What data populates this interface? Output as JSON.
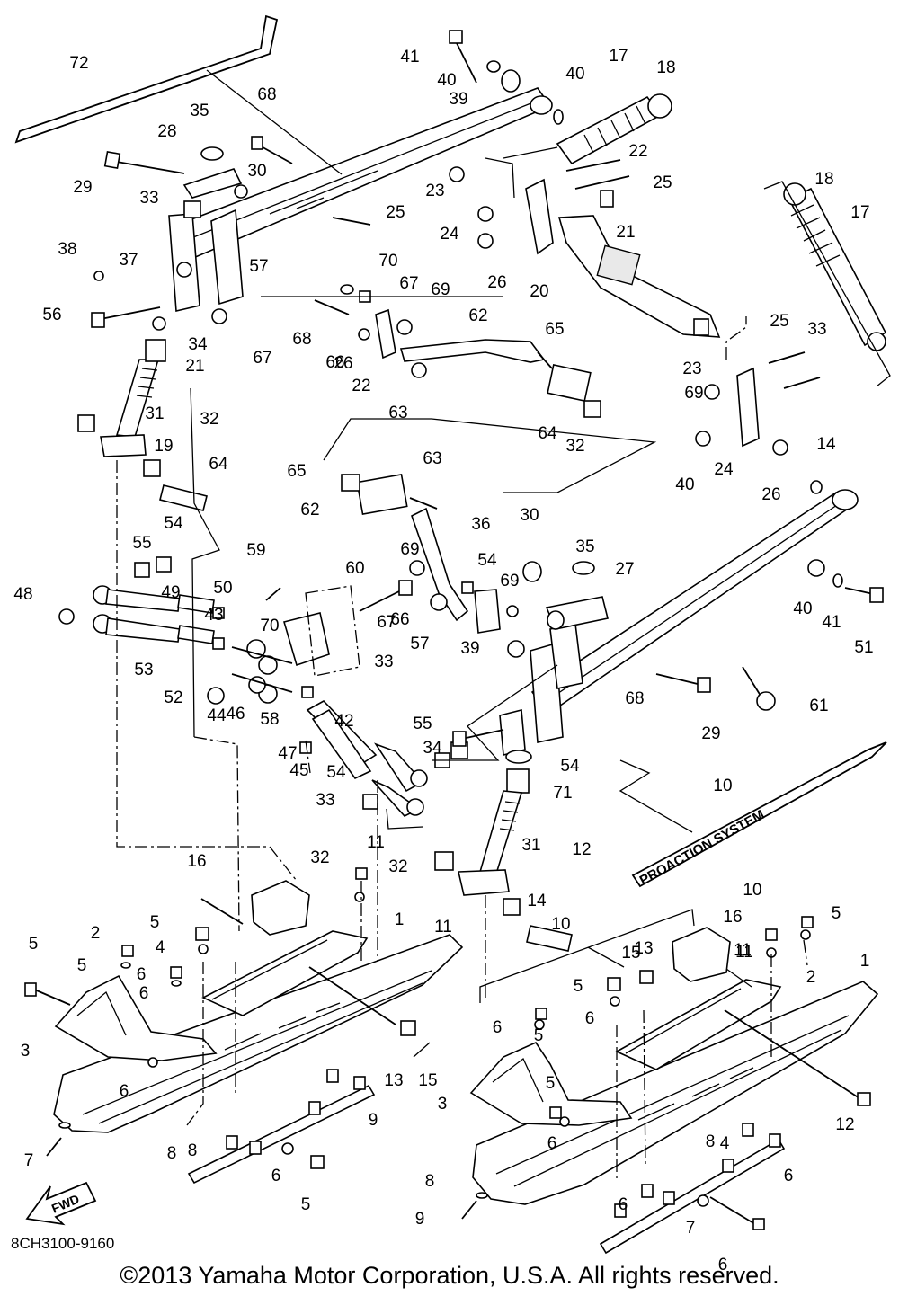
{
  "diagram": {
    "catalog_code": "8CH3100-9160",
    "copyright": "©2013 Yamaha Motor Corporation, U.S.A. All rights reserved.",
    "decal_text": "PROACTION SYSTEM",
    "fwd_label": "FWD",
    "callouts": [
      "72",
      "41",
      "40",
      "39",
      "40",
      "17",
      "18",
      "68",
      "35",
      "28",
      "29",
      "30",
      "22",
      "25",
      "23",
      "33",
      "21",
      "25",
      "18",
      "17",
      "24",
      "26",
      "20",
      "38",
      "37",
      "57",
      "70",
      "67",
      "69",
      "68",
      "62",
      "65",
      "56",
      "34",
      "26",
      "67",
      "66",
      "22",
      "25",
      "33",
      "21",
      "23",
      "69",
      "63",
      "64",
      "32",
      "31",
      "32",
      "19",
      "24",
      "26",
      "40",
      "14",
      "64",
      "65",
      "63",
      "62",
      "36",
      "30",
      "35",
      "27",
      "54",
      "55",
      "59",
      "60",
      "69",
      "67",
      "54",
      "48",
      "49",
      "50",
      "43",
      "70",
      "69",
      "66",
      "57",
      "39",
      "40",
      "41",
      "51",
      "53",
      "52",
      "46",
      "58",
      "42",
      "33",
      "68",
      "29",
      "61",
      "44",
      "47",
      "45",
      "54",
      "55",
      "34",
      "54",
      "33",
      "71",
      "10",
      "11",
      "32",
      "31",
      "12",
      "16",
      "32",
      "14",
      "10",
      "5",
      "2",
      "1",
      "11",
      "4",
      "5",
      "6",
      "5",
      "6",
      "15",
      "13",
      "16",
      "5",
      "11",
      "6",
      "3",
      "6",
      "10",
      "11",
      "2",
      "1",
      "5",
      "13",
      "15",
      "8",
      "6",
      "3",
      "5",
      "6",
      "12",
      "8",
      "7",
      "6",
      "5",
      "9",
      "6",
      "8",
      "9",
      "6",
      "7",
      "8",
      "6",
      "4",
      "5"
    ]
  }
}
